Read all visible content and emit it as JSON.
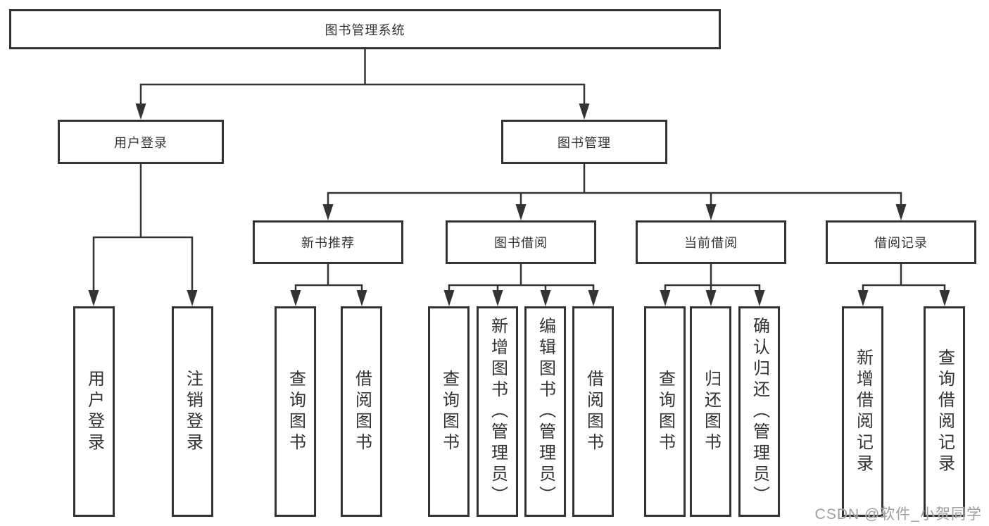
{
  "tree": {
    "root": {
      "label": "图书管理系统"
    },
    "branches": [
      {
        "label": "用户登录",
        "children": [
          {
            "label": "用户登录"
          },
          {
            "label": "注销登录"
          }
        ]
      },
      {
        "label": "图书管理",
        "groups": [
          {
            "label": "新书推荐",
            "children": [
              {
                "label": "查询图书"
              },
              {
                "label": "借阅图书"
              }
            ]
          },
          {
            "label": "图书借阅",
            "children": [
              {
                "label": "查询图书"
              },
              {
                "label": "新增图书（管理员）"
              },
              {
                "label": "编辑图书（管理员）"
              },
              {
                "label": "借阅图书"
              }
            ]
          },
          {
            "label": "当前借阅",
            "children": [
              {
                "label": "查询图书"
              },
              {
                "label": "归还图书"
              },
              {
                "label": "确认归还（管理员）"
              }
            ]
          },
          {
            "label": "借阅记录",
            "children": [
              {
                "label": "新增借阅记录"
              },
              {
                "label": "查询借阅记录"
              }
            ]
          }
        ]
      }
    ]
  },
  "watermark": {
    "text": "CSDN @软件_小贺同学",
    "color": "#9e9e9e"
  },
  "colors": {
    "line": "#333333",
    "box_border": "#333333",
    "text": "#333333",
    "background": "#ffffff"
  }
}
